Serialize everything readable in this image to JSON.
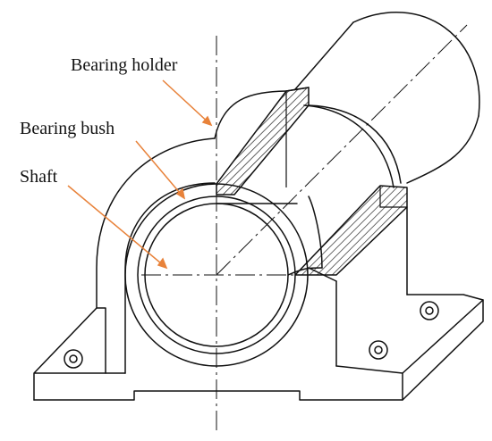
{
  "labels": {
    "bearing_holder": "Bearing holder",
    "bearing_bush": "Bearing bush",
    "shaft": "Shaft"
  },
  "colors": {
    "line": "#111111",
    "leader": "#e8823a",
    "background": "#ffffff"
  }
}
